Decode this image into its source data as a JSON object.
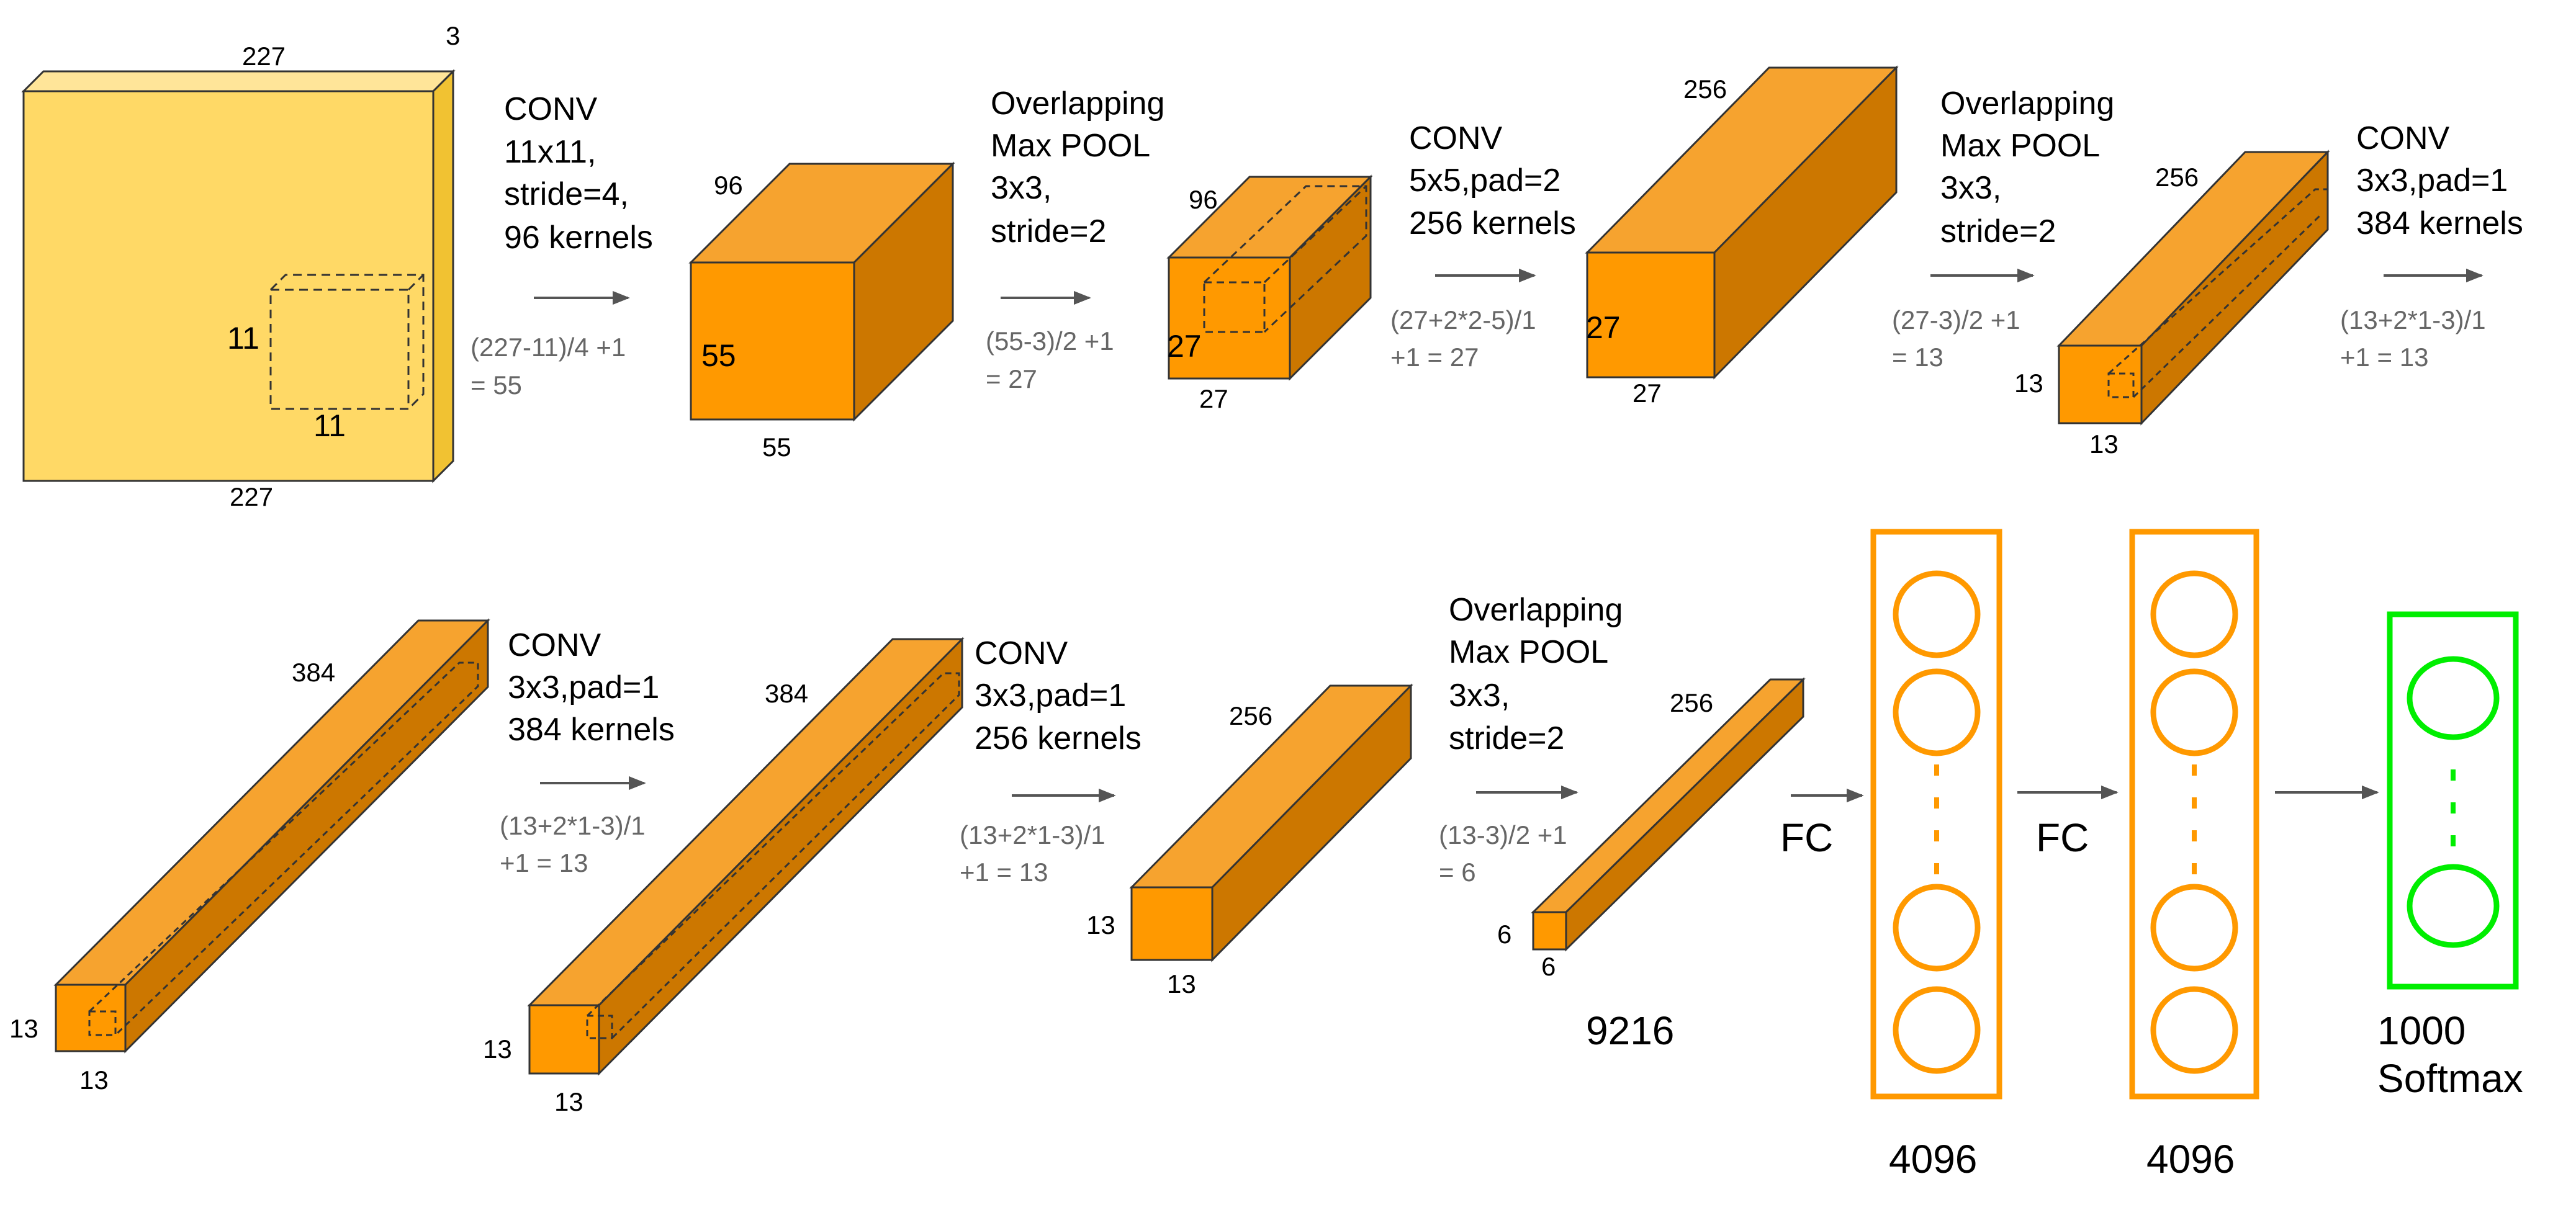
{
  "colors": {
    "input_face": "#FFD966",
    "input_top": "#FFE599",
    "input_side": "#F1C232",
    "block_front": "#FF9900",
    "block_top": "#F6A32F",
    "block_side": "#CC7700",
    "neuron": "#FF9900",
    "softmax": "#00EE00",
    "arrow": "#555555",
    "outline": "#333333",
    "formula_text": "#666666"
  },
  "icons": {
    "arrow": "right-arrow-icon",
    "neuron": "circle-neuron-icon"
  },
  "input": {
    "width": "227",
    "height": "227",
    "depth": "3",
    "kernel_h": "11",
    "kernel_w": "11"
  },
  "conv1": {
    "lines": [
      "CONV",
      "11x11,",
      "stride=4,",
      "96 kernels"
    ],
    "formula": [
      "(227-11)/4 +1",
      "= 55"
    ],
    "out": {
      "depth": "96",
      "height": "55",
      "width": "55"
    }
  },
  "pool1": {
    "lines": [
      "Overlapping",
      "Max POOL",
      "3x3,",
      "stride=2"
    ],
    "formula": [
      "(55-3)/2 +1",
      "= 27"
    ],
    "out": {
      "depth": "96",
      "height": "27",
      "width": "27"
    }
  },
  "conv2": {
    "lines": [
      "CONV",
      "5x5,pad=2",
      "256 kernels"
    ],
    "formula": [
      "(27+2*2-5)/1",
      "+1  = 27"
    ],
    "out": {
      "depth": "256",
      "height": "27",
      "width": "27"
    }
  },
  "pool2": {
    "lines": [
      "Overlapping",
      "Max POOL",
      "3x3,",
      "stride=2"
    ],
    "formula": [
      "(27-3)/2 +1",
      "= 13"
    ],
    "out": {
      "depth": "256",
      "height": "13",
      "width": "13"
    }
  },
  "conv3": {
    "lines": [
      "CONV",
      "3x3,pad=1",
      "384 kernels"
    ],
    "formula": [
      "(13+2*1-3)/1",
      "+1  = 13"
    ],
    "out": {
      "depth": "384",
      "height": "13",
      "width": "13"
    }
  },
  "conv4": {
    "lines": [
      "CONV",
      "3x3,pad=1",
      "384 kernels"
    ],
    "formula": [
      "(13+2*1-3)/1",
      "+1  = 13"
    ],
    "out": {
      "depth": "384",
      "height": "13",
      "width": "13"
    }
  },
  "conv5": {
    "lines": [
      "CONV",
      "3x3,pad=1",
      "256 kernels"
    ],
    "formula": [
      "(13+2*1-3)/1",
      "+1  = 13"
    ],
    "out": {
      "depth": "256",
      "height": "13",
      "width": "13"
    }
  },
  "pool3": {
    "lines": [
      "Overlapping",
      "Max POOL",
      "3x3,",
      "stride=2"
    ],
    "formula": [
      "(13-3)/2 +1",
      "= 6"
    ],
    "out": {
      "depth": "256",
      "height": "6",
      "width": "6"
    },
    "flat": "9216"
  },
  "fc1": {
    "label": "FC",
    "size": "4096"
  },
  "fc2": {
    "label": "FC",
    "size": "4096"
  },
  "output": {
    "size": "1000",
    "name": "Softmax"
  }
}
